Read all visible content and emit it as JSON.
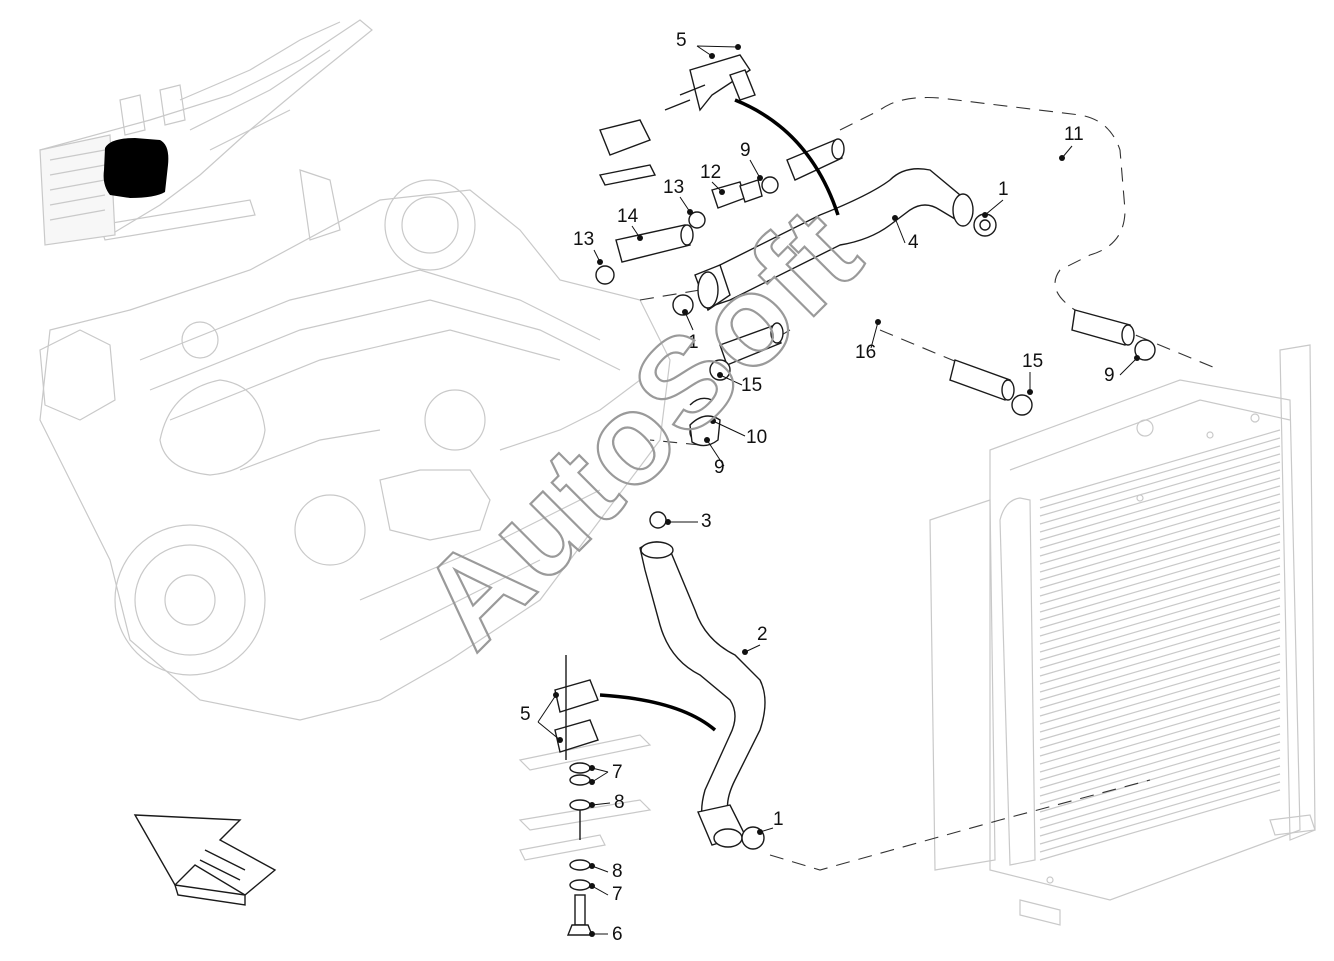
{
  "watermark": "AutoSoft",
  "callouts": [
    {
      "id": "c1a",
      "label": "1"
    },
    {
      "id": "c1b",
      "label": "1"
    },
    {
      "id": "c1c",
      "label": "1"
    },
    {
      "id": "c2",
      "label": "2"
    },
    {
      "id": "c3",
      "label": "3"
    },
    {
      "id": "c4",
      "label": "4"
    },
    {
      "id": "c5a",
      "label": "5"
    },
    {
      "id": "c5b",
      "label": "5"
    },
    {
      "id": "c6",
      "label": "6"
    },
    {
      "id": "c7a",
      "label": "7"
    },
    {
      "id": "c7b",
      "label": "7"
    },
    {
      "id": "c8a",
      "label": "8"
    },
    {
      "id": "c8b",
      "label": "8"
    },
    {
      "id": "c9a",
      "label": "9"
    },
    {
      "id": "c9b",
      "label": "9"
    },
    {
      "id": "c9c",
      "label": "9"
    },
    {
      "id": "c10",
      "label": "10"
    },
    {
      "id": "c11",
      "label": "11"
    },
    {
      "id": "c12",
      "label": "12"
    },
    {
      "id": "c13a",
      "label": "13"
    },
    {
      "id": "c13b",
      "label": "13"
    },
    {
      "id": "c14",
      "label": "14"
    },
    {
      "id": "c15a",
      "label": "15"
    },
    {
      "id": "c15b",
      "label": "15"
    },
    {
      "id": "c16",
      "label": "16"
    }
  ]
}
